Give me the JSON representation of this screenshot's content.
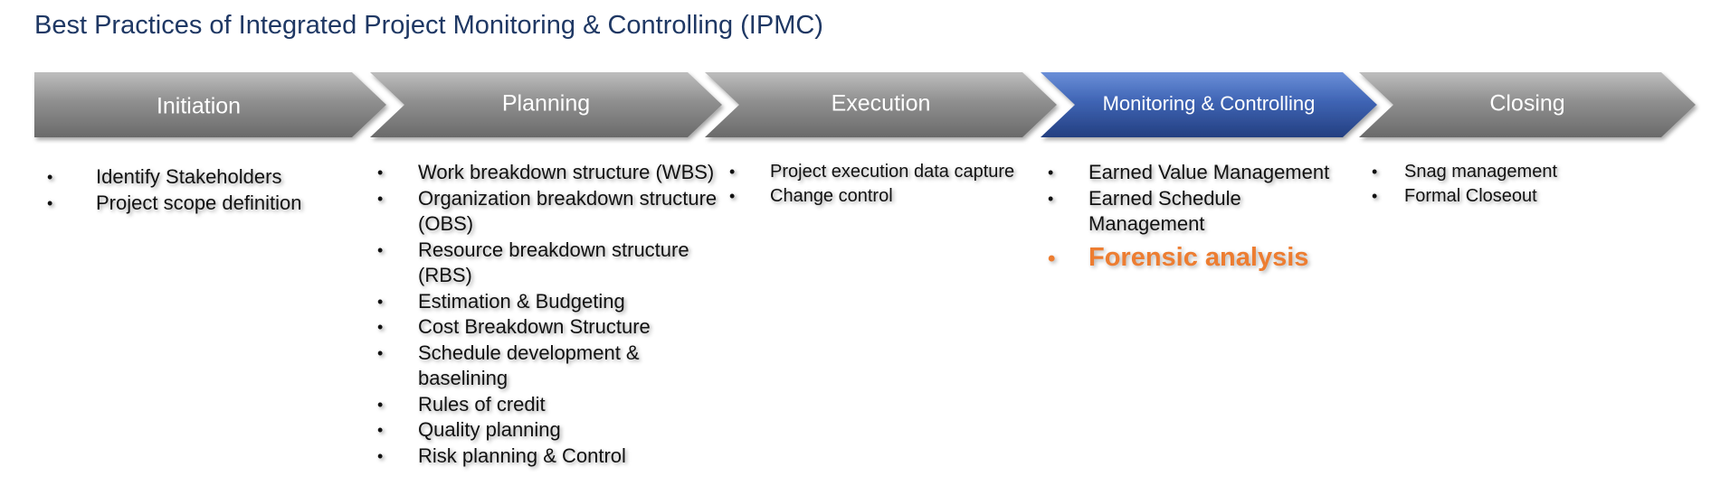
{
  "title": "Best Practices of Integrated Project Monitoring & Controlling (IPMC)",
  "colors": {
    "title": "#1F3864",
    "phase_gray": "#8C8C8C",
    "phase_active": "#3F64B4",
    "highlight": "#ED7D31",
    "text": "#111111"
  },
  "phases": [
    {
      "label": "Initiation",
      "active": false,
      "items": [
        {
          "text": "Identify Stakeholders"
        },
        {
          "text": "Project scope definition"
        }
      ]
    },
    {
      "label": "Planning",
      "active": false,
      "items": [
        {
          "text": "Work breakdown structure (WBS)"
        },
        {
          "text": "Organization breakdown structure (OBS)"
        },
        {
          "text": "Resource breakdown structure (RBS)"
        },
        {
          "text": "Estimation & Budgeting"
        },
        {
          "text": "Cost Breakdown Structure"
        },
        {
          "text": "Schedule development & baselining"
        },
        {
          "text": "Rules of credit"
        },
        {
          "text": "Quality planning"
        },
        {
          "text": "Risk planning & Control"
        }
      ]
    },
    {
      "label": "Execution",
      "active": false,
      "items": [
        {
          "text": "Project execution data capture"
        },
        {
          "text": "Change control"
        }
      ]
    },
    {
      "label": "Monitoring & Controlling",
      "active": true,
      "items": [
        {
          "text": "Earned Value Management"
        },
        {
          "text": "Earned Schedule Management"
        },
        {
          "text": "Forensic analysis",
          "highlight": true
        }
      ]
    },
    {
      "label": "Closing",
      "active": false,
      "items": [
        {
          "text": "Snag management"
        },
        {
          "text": "Formal Closeout"
        }
      ]
    }
  ]
}
